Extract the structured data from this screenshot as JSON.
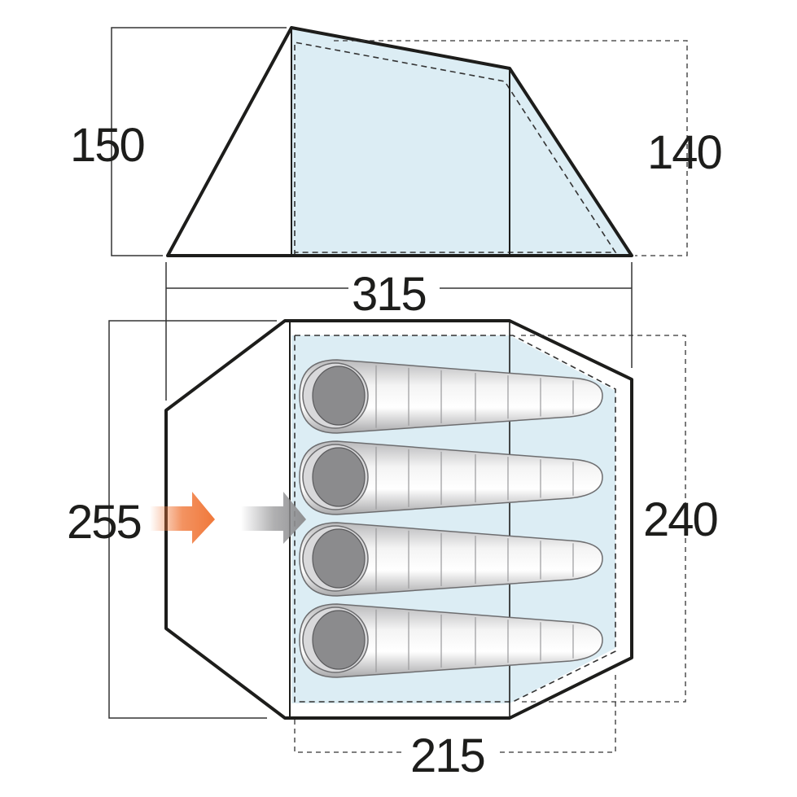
{
  "dimensions": {
    "side_height_front": "150",
    "side_height_rear": "140",
    "total_length": "315",
    "total_width": "255",
    "inner_width": "240",
    "inner_length": "215"
  },
  "sleeping_bags": [
    {
      "slot": 1
    },
    {
      "slot": 2
    },
    {
      "slot": 3
    },
    {
      "slot": 4
    }
  ],
  "colors": {
    "outline": "#1d1d1b",
    "inner_fill": "#dcedf4",
    "porch_fill": "#ffffff",
    "entry_arrow": "#f0783a",
    "inner_arrow": "#8f8f91",
    "bag_body": "#e6e6e6",
    "bag_hood": "#8b8b8d"
  },
  "icons": [
    "entry-arrow-icon",
    "inner-door-arrow-icon",
    "sleeping-bag-icon"
  ]
}
